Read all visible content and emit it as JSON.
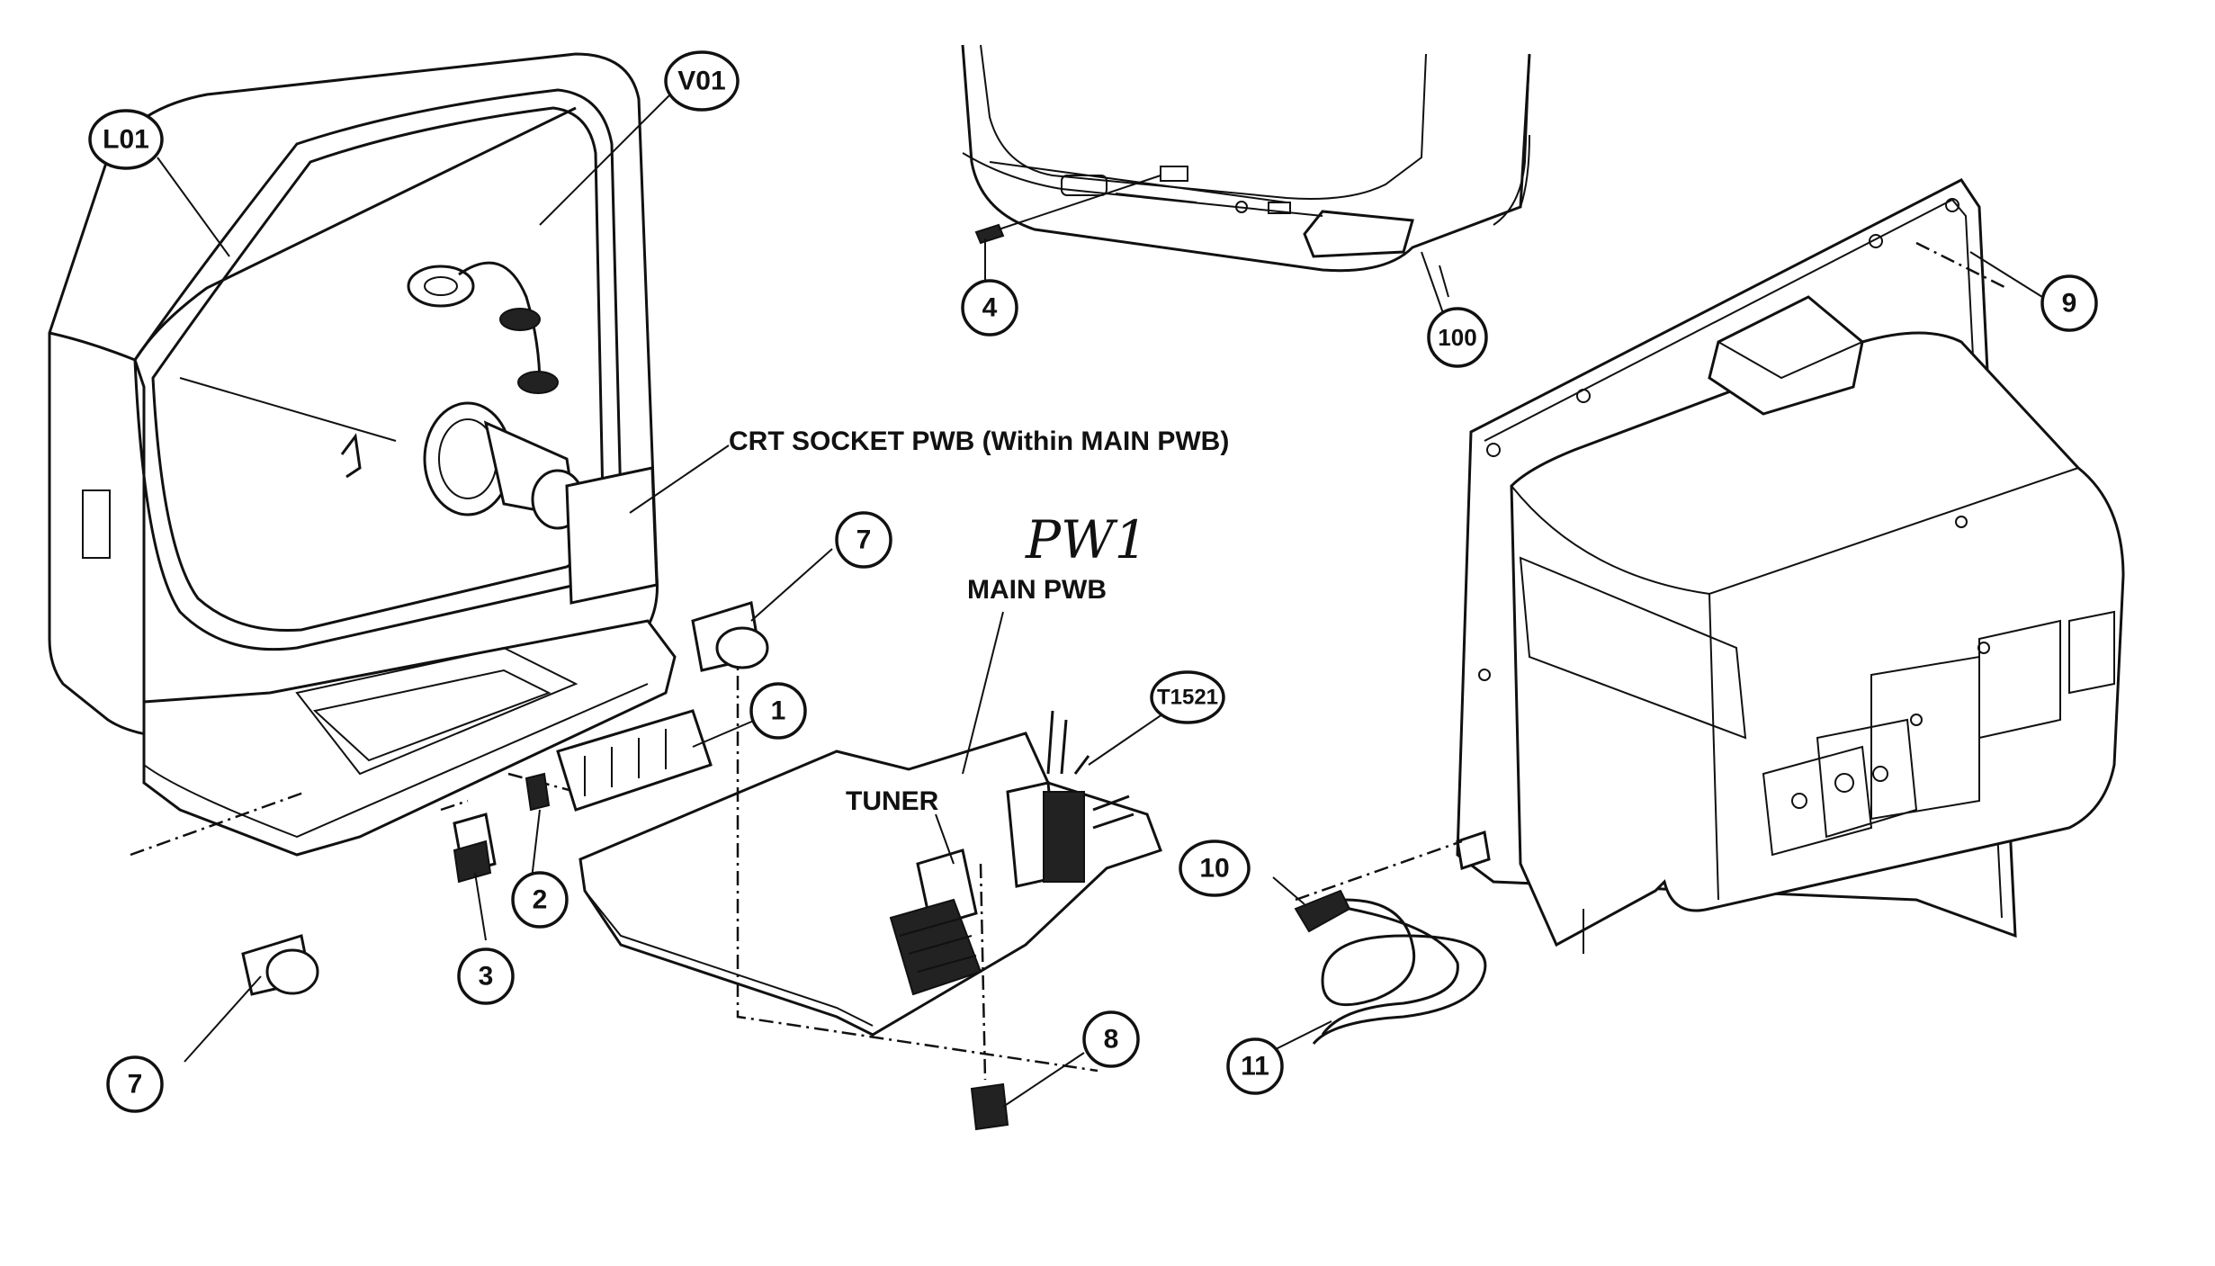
{
  "labels": {
    "l01": "L01",
    "v01": "V01",
    "crt_socket": "CRT SOCKET PWB (Within MAIN PWB)",
    "pw1": "PW1",
    "main_pwb": "MAIN PWB",
    "tuner": "TUNER",
    "t1521": "T1521",
    "ref_1": "1",
    "ref_2": "2",
    "ref_3": "3",
    "ref_4": "4",
    "ref_7a": "7",
    "ref_7b": "7",
    "ref_8": "8",
    "ref_9": "9",
    "ref_10": "10",
    "ref_11": "11",
    "ref_100": "100"
  }
}
